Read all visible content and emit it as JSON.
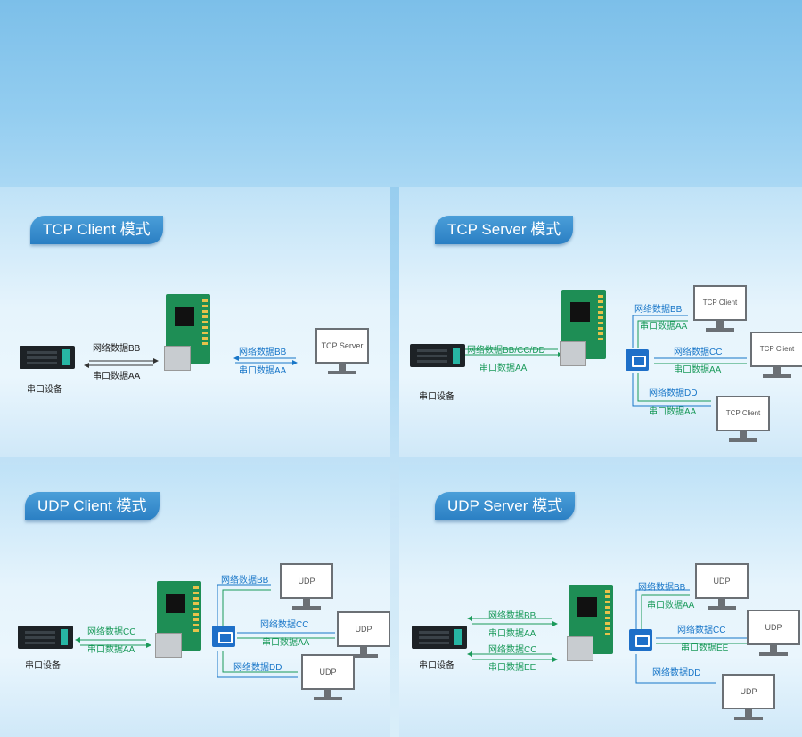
{
  "tcp_client": {
    "title": "TCP Client 模式",
    "dev": "串口设备",
    "net": "网络数据BB",
    "ser": "串口数据AA",
    "net2": "网络数据BB",
    "ser2": "串口数据AA",
    "server": "TCP Server"
  },
  "tcp_server": {
    "title": "TCP Server 模式",
    "dev": "串口设备",
    "net": "网络数据BB/CC/DD",
    "ser": "串口数据AA",
    "c1_net": "网络数据BB",
    "c1_ser": "串口数据AA",
    "c1": "TCP Client",
    "c2_net": "网络数据CC",
    "c2_ser": "串口数据AA",
    "c2": "TCP Client",
    "c3_net": "网络数据DD",
    "c3_ser": "串口数据AA",
    "c3": "TCP Client"
  },
  "udp_client": {
    "title": "UDP Client 模式",
    "dev": "串口设备",
    "net": "网络数据CC",
    "ser": "串口数据AA",
    "c1_net": "网络数据BB",
    "c1": "UDP",
    "c2_net": "网络数据CC",
    "c2_ser": "串口数据AA",
    "c2": "UDP",
    "c3_net": "网络数据DD",
    "c3": "UDP"
  },
  "udp_server": {
    "title": "UDP Server 模式",
    "dev": "串口设备",
    "net1": "网络数据BB",
    "ser1": "串口数据AA",
    "net2": "网络数据CC",
    "ser2": "串口数据EE",
    "c1_net": "网络数据BB",
    "c1_ser": "串口数据AA",
    "c1": "UDP",
    "c2_net": "网络数据CC",
    "c2_ser": "串口数据EE",
    "c2": "UDP",
    "c3_net": "网络数据DD",
    "c3": "UDP"
  },
  "colors": {
    "net": "#1876c8",
    "ser": "#1a9a5a",
    "header": "#2a7fc3"
  }
}
